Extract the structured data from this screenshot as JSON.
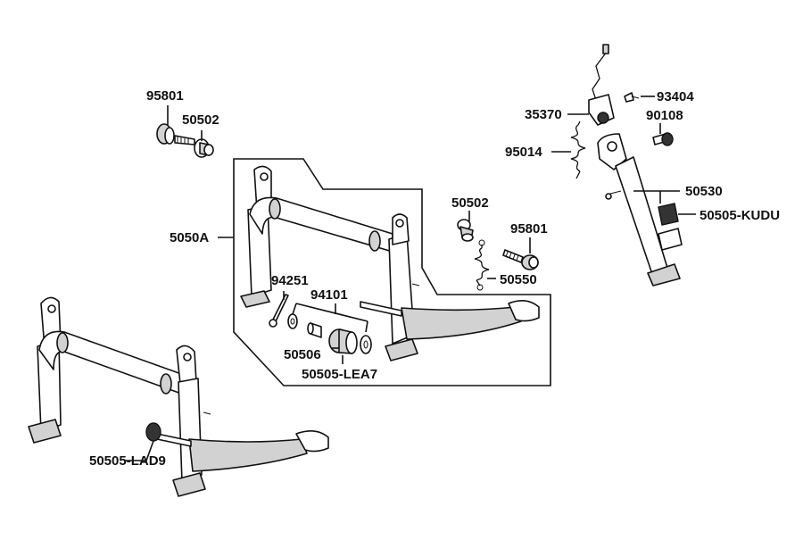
{
  "labels": {
    "l95801_top": "95801",
    "l50502_top": "50502",
    "l5050A": "5050A",
    "l94251": "94251",
    "l94101": "94101",
    "l50506": "50506",
    "l50505_lea7": "50505-LEA7",
    "l50502_mid": "50502",
    "l95801_mid": "95801",
    "l50550": "50550",
    "l35370": "35370",
    "l93404": "93404",
    "l90108": "90108",
    "l95014": "95014",
    "l50530": "50530",
    "l50505_kudu": "50505-KUDU",
    "l50505_lad9": "50505-LAD9"
  },
  "colors": {
    "line": "#111111",
    "shade": "#d2d2d2",
    "background": "#ffffff"
  }
}
